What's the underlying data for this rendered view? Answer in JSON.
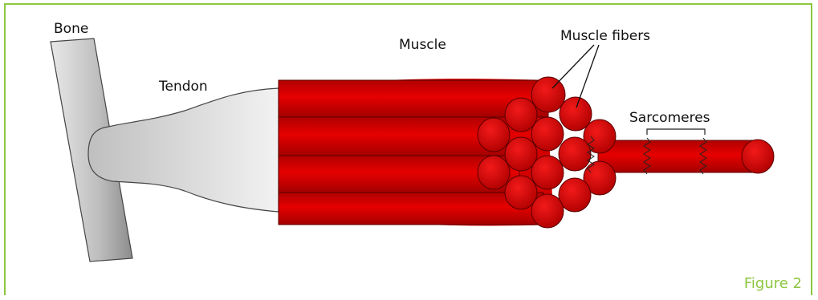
{
  "labels": {
    "bone": "Bone",
    "tendon": "Tendon",
    "muscle": "Muscle",
    "muscle_fibers": "Muscle fibers",
    "sarcomeres": "Sarcomeres"
  },
  "figure_caption": "Figure 2",
  "colors": {
    "frame": "#8dc63f",
    "muscle": "#d40000",
    "bone": "#c9c9c9",
    "tendon": "#dcdcdc",
    "caption": "#8dc63f"
  }
}
